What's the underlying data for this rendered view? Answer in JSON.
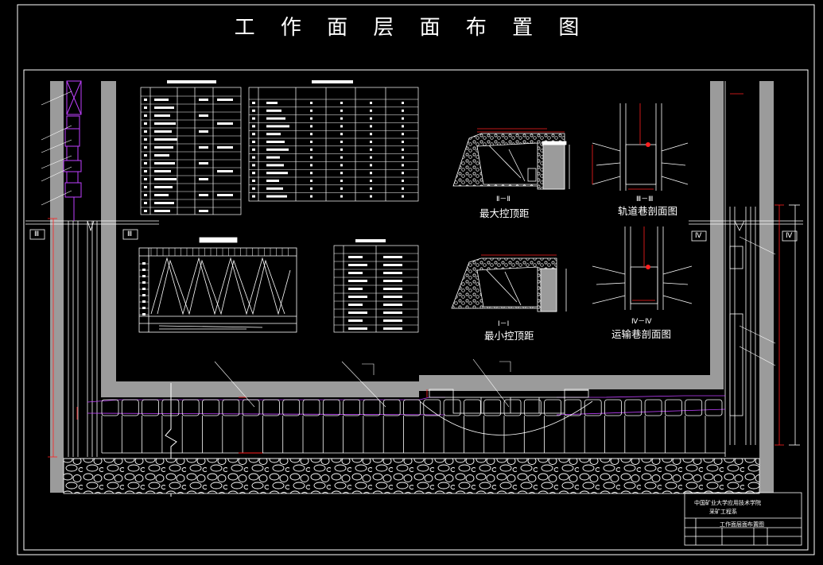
{
  "title": "工 作 面 层 面 布 置 图",
  "sections": {
    "max_roof_caption_roman": "Ⅱ－Ⅱ",
    "max_roof_caption": "最大控顶距",
    "min_roof_caption_roman": "Ⅰ－Ⅰ",
    "min_roof_caption": "最小控顶距",
    "track_roadway_roman": "Ⅲ－Ⅲ",
    "track_roadway_caption": "轨道巷剖面图",
    "haulage_roadway_roman": "Ⅳ－Ⅳ",
    "haulage_roadway_caption": "运输巷剖面图"
  },
  "section_marks": {
    "left_a": "Ⅲ",
    "left_b": "Ⅲ",
    "right_a": "Ⅳ",
    "right_b": "Ⅳ"
  },
  "title_block": {
    "line1": "中国矿业大学应用技术学院",
    "line2": "采矿工程系",
    "drawing_name": "工作面层面布置图"
  },
  "colors": {
    "background": "#000000",
    "line": "#ffffff",
    "wall_gray": "#9a9a9a",
    "accent_red": "#ff2020",
    "accent_magenta": "#c040ff"
  }
}
